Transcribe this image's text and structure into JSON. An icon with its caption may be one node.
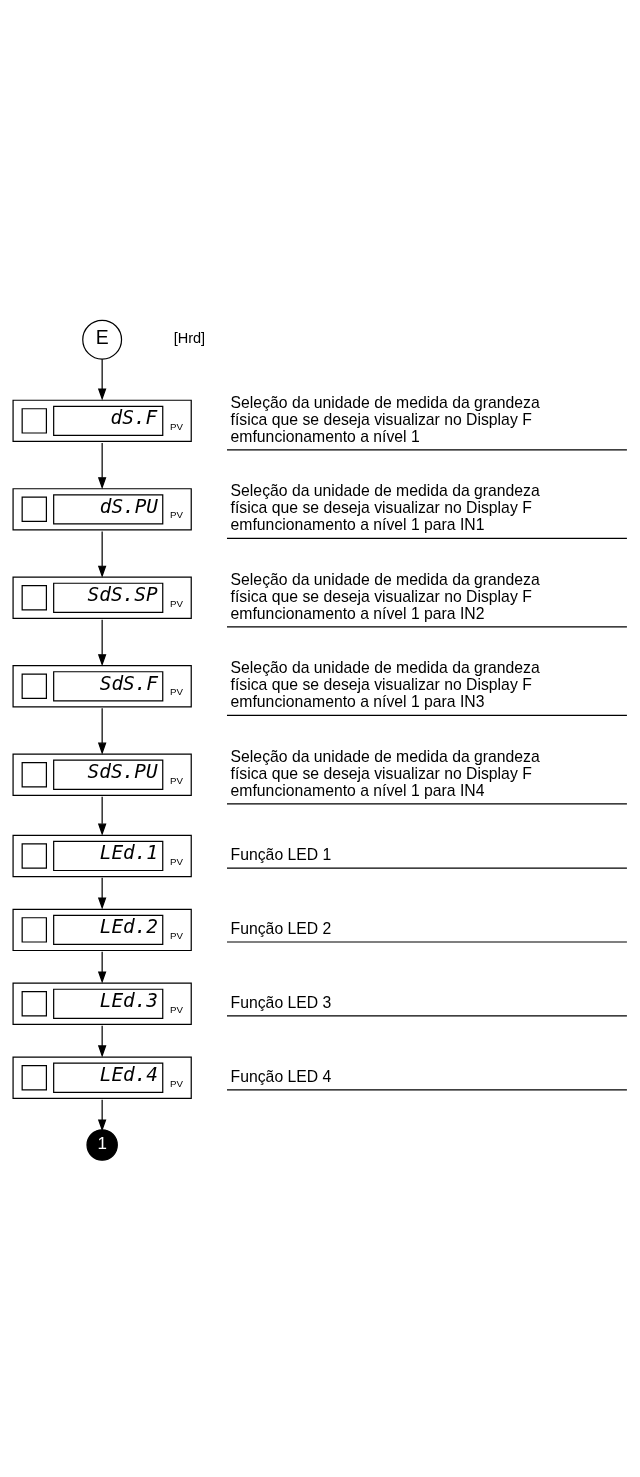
{
  "diagram": {
    "nodes": [
      {
        "text": [
          "E"
        ],
        "beside": [
          "[Hrd]"
        ]
      },
      {
        "text": [
          "dS.F",
          "PV"
        ],
        "beside": [
          "Seleção da unidade de medida da grandeza física que se deseja visualizar no Display F emfuncionamento a nível 1"
        ]
      },
      {
        "text": [
          "dS.PU",
          "PV"
        ],
        "beside": [
          "Seleção da unidade de medida da grandeza física que se deseja visualizar no Display F emfuncionamento a nível 1 para IN1"
        ]
      },
      {
        "text": [
          "SdS.SP",
          "PV"
        ],
        "beside": [
          "Seleção da unidade de medida da grandeza física que se deseja visualizar no Display F emfuncionamento a nível 1 para IN2"
        ]
      },
      {
        "text": [
          "SdS.F",
          "PV"
        ],
        "beside": [
          "Seleção da unidade de medida da grandeza física que se deseja visualizar no Display F emfuncionamento a nível 1 para IN3"
        ]
      },
      {
        "text": [
          "SdS.PU",
          "PV"
        ],
        "beside": [
          "Seleção da unidade de medida da grandeza física que se deseja visualizar no Display F emfuncionamento a nível 1 para IN4"
        ]
      },
      {
        "text": [
          "LEd.1",
          "PV"
        ],
        "beside": [
          "Função LED 1"
        ]
      },
      {
        "text": [
          "LEd.2",
          "PV"
        ],
        "beside": [
          "Função LED 2"
        ]
      },
      {
        "text": [
          "LEd.3",
          "PV"
        ],
        "beside": [
          "Função LED 3"
        ]
      },
      {
        "text": [
          "LEd.4",
          "PV"
        ],
        "beside": [
          "Função LED 4"
        ]
      },
      {
        "text": [
          "1"
        ]
      }
    ],
    "edges": [
      {
        "from": 0,
        "to": 1,
        "arrow": "to"
      },
      {
        "from": 1,
        "to": 2,
        "arrow": "to"
      },
      {
        "from": 2,
        "to": 3,
        "arrow": "to"
      },
      {
        "from": 3,
        "to": 4,
        "arrow": "to"
      },
      {
        "from": 4,
        "to": 5,
        "arrow": "to"
      },
      {
        "from": 5,
        "to": 6,
        "arrow": "to"
      },
      {
        "from": 6,
        "to": 7,
        "arrow": "to"
      },
      {
        "from": 7,
        "to": 8,
        "arrow": "to"
      },
      {
        "from": 8,
        "to": 9,
        "arrow": "to"
      },
      {
        "from": 9,
        "to": 10,
        "arrow": "to"
      }
    ]
  }
}
